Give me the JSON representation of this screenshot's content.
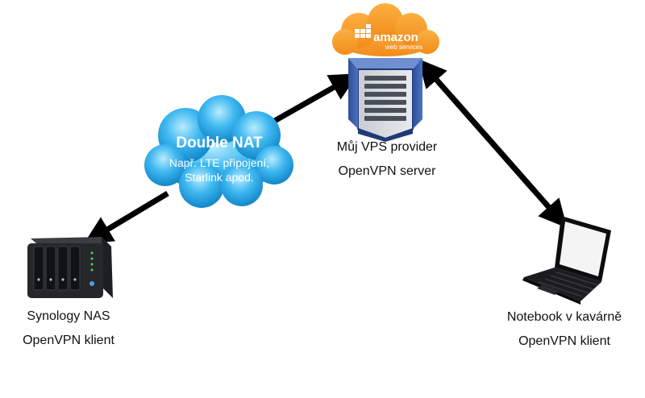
{
  "aws": {
    "logo_text": "amazon",
    "logo_subtext": "web services",
    "node_line1": "Můj VPS provider",
    "node_line2": "OpenVPN server"
  },
  "nat_cloud": {
    "title": "Double NAT",
    "line1": "Např. LTE připojení,",
    "line2": "Starlink apod."
  },
  "nas": {
    "line1": "Synology NAS",
    "line2": "OpenVPN klient"
  },
  "notebook": {
    "line1": "Notebook v kavárně",
    "line2": "OpenVPN klient"
  },
  "colors": {
    "aws_orange": "#f7941d",
    "server_blue": "#3a5ea8",
    "server_dark": "#1f3a75",
    "nat_cloud_blue": "#1ea6e6",
    "nat_cloud_light": "#9fe0ff",
    "arrow": "#000000"
  }
}
